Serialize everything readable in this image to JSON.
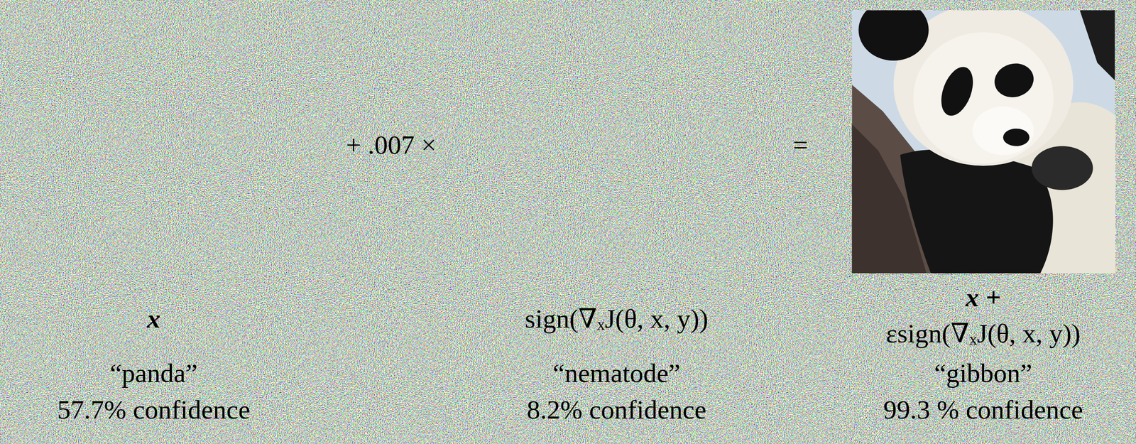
{
  "diagram": {
    "labels": [
      "x",
      "“panda”",
      "57.7% confidence",
      "+ .007 ×",
      "sign(∇ₓJ(θ, x, y))",
      "“nematode”",
      "8.2% confidence",
      "=",
      "x +",
      "εsign(∇ₓJ(θ, x, y))",
      "“gibbon”",
      "99.3 % confidence"
    ]
  }
}
